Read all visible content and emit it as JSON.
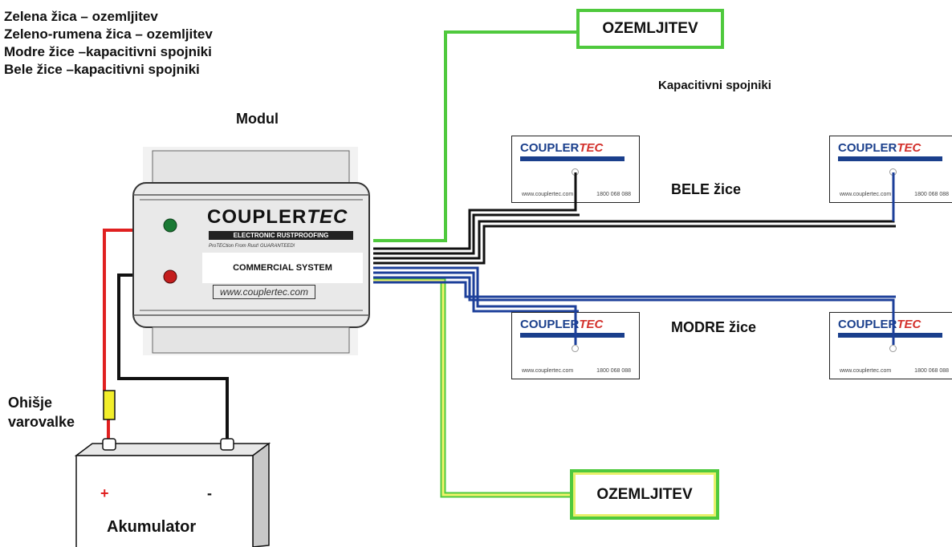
{
  "legend": {
    "lines": [
      "Zelena žica – ozemljitev",
      "Zeleno-rumena žica – ozemljitev",
      "Modre žice –kapacitivni spojniki",
      "Bele žice  –kapacitivni spojniki"
    ]
  },
  "labels": {
    "module": "Modul",
    "couplers_title": "Kapacitivni spojniki",
    "white_wires": "BELE žice",
    "blue_wires": "MODRE žice",
    "fuse_holder": [
      "Ohišje",
      "varovalke"
    ],
    "battery": "Akumulator",
    "plus": "+",
    "minus": "-",
    "ground_top": "OZEMLJITEV",
    "ground_bottom": "OZEMLJITEV"
  },
  "module": {
    "brand_1": "COUPLER",
    "brand_2": "TEC",
    "tagline": "ELECTRONIC RUSTPROOFING",
    "subtag": "ProTECtion From Rust! GUARANTEED!",
    "system": "COMMERCIAL SYSTEM",
    "url": "www.couplertec.com"
  },
  "coupler": {
    "brand_1": "COUPLER",
    "brand_2": "TEC",
    "url": "www.couplertec.com",
    "phone": "1800 068 088"
  },
  "colors": {
    "green": "#4fc93d",
    "yellow": "#e8f06a",
    "red": "#e02020",
    "blue": "#1c3f9a",
    "black": "#111111"
  }
}
